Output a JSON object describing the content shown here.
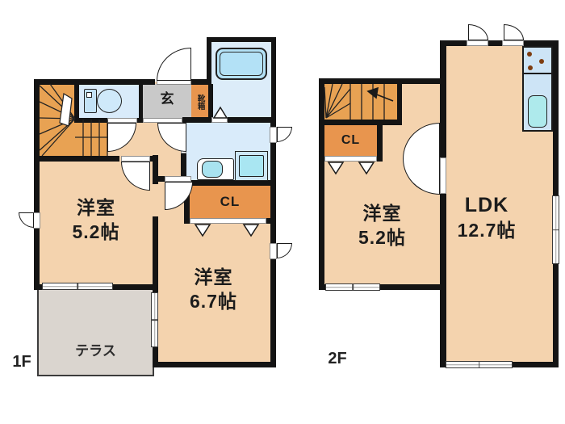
{
  "floor1": {
    "label": "1F",
    "entry_label": "玄",
    "shoebox_label": "靴箱",
    "closet_label": "CL",
    "room_a": {
      "name": "洋室",
      "size": "5.2帖"
    },
    "room_b": {
      "name": "洋室",
      "size": "6.7帖"
    },
    "terrace_label": "テラス"
  },
  "floor2": {
    "label": "2F",
    "closet_label": "CL",
    "room": {
      "name": "洋室",
      "size": "5.2帖"
    },
    "ldk": {
      "name": "LDK",
      "size": "12.7帖"
    }
  },
  "colors": {
    "wall": "#141414",
    "room_fill": "#f4d3ae",
    "stairs_fill": "#e8a253",
    "closet_fill": "#e8954e",
    "wet_area_floor": "#d9ebfa",
    "bathtub_fill": "#b3e1f6",
    "fixture_fill": "#a9e3f0",
    "entry_fill": "#c9c9c9",
    "terrace_fill": "#dad5cf",
    "kitchen_counter": "#cde4f6",
    "stove_burner": "#7e3c10"
  }
}
